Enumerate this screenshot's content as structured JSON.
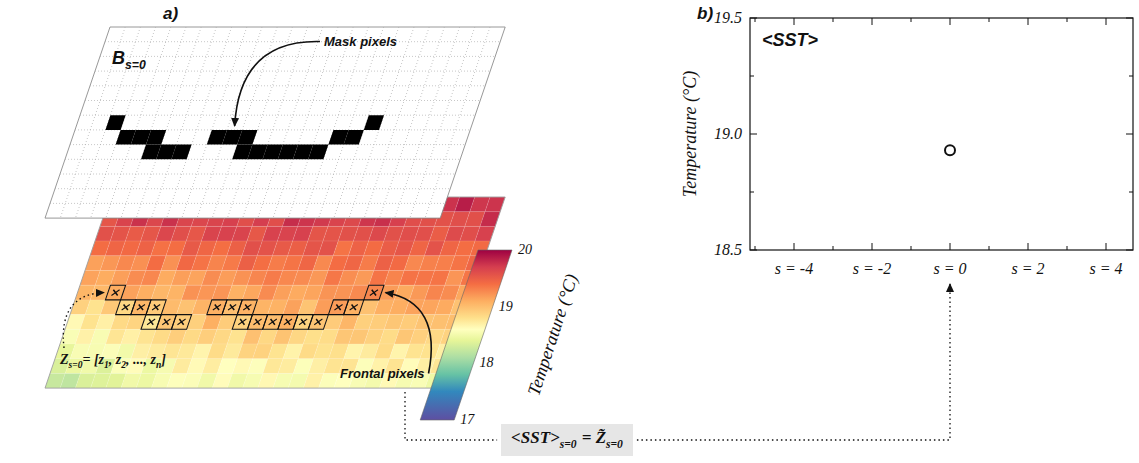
{
  "diagram": {
    "nodes": [
      {
        "text": [
          "<SST>",
          "s=0",
          "= Z̃",
          "s=0"
        ]
      }
    ],
    "labels": [
      "a)",
      "B",
      "s=0",
      "Mask pixels",
      "Frontal pixels",
      "Z",
      "s=0",
      "= [z",
      "1",
      ", z",
      "2",
      ", ..., z",
      "n",
      "]",
      "20",
      "19",
      "18",
      "17",
      "Temperature (°C)",
      "b)",
      "<SST>",
      "19.5",
      "19.0",
      "18.5",
      "Temperature (°C)",
      "s = -4",
      "s = -2",
      "s = 0",
      "s = 2",
      "s = 4"
    ]
  }
}
